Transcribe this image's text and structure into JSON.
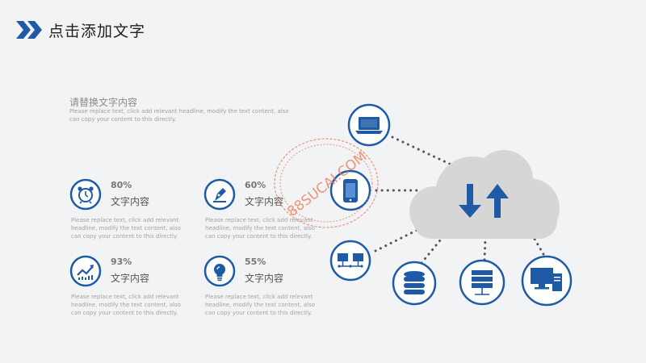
{
  "header": {
    "title": "点击添加文字"
  },
  "intro": {
    "heading": "请替换文字内容",
    "body": "Please replace text, click add relevant headline, modify the text content, also can copy your content to this directly."
  },
  "stats": [
    {
      "percent": "80%",
      "label": "文字内容",
      "icon": "alarm-clock-icon",
      "text": "Please replace text, click add relevant headline, modify the text content, also can copy your content to this directly."
    },
    {
      "percent": "60%",
      "label": "文字内容",
      "icon": "pen-nib-icon",
      "text": "Please replace text, click add relevant headline, modify the text content, also can copy your content to this directly."
    },
    {
      "percent": "93%",
      "label": "文字内容",
      "icon": "growth-chart-icon",
      "text": "Please replace text, click add relevant headline, modify the text content, also can copy your content to this directly."
    },
    {
      "percent": "55%",
      "label": "文字内容",
      "icon": "lightbulb-icon",
      "text": "Please replace text, click add relevant headline, modify the text content, also can copy your content to this directly."
    }
  ],
  "watermark": {
    "text": "88SUCAI.COM"
  },
  "colors": {
    "primary": "#1f5aa6",
    "cloud": "#d6d6d6",
    "watermark": "#f07a5a"
  }
}
